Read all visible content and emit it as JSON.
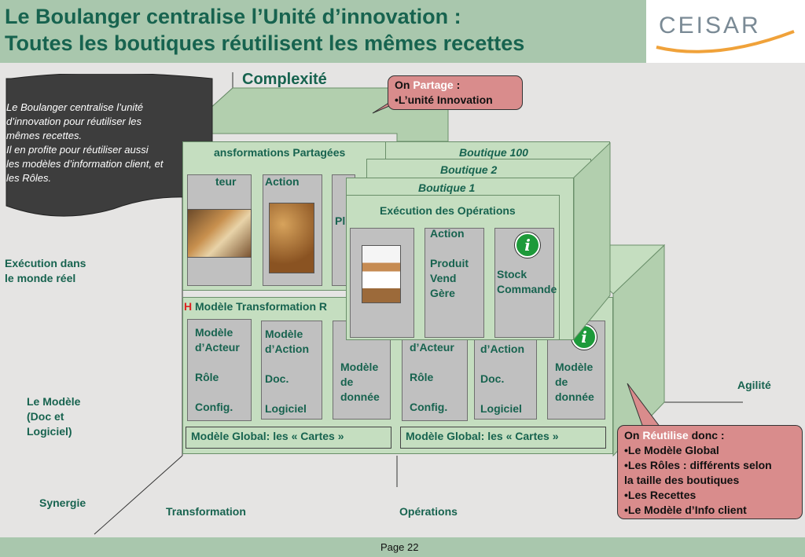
{
  "header": {
    "title_line1": "Le Boulanger centralise l’Unité d’innovation :",
    "title_line2": "Toutes les boutiques réutilisent les mêmes recettes",
    "logo_text": "CEISAR"
  },
  "axes": {
    "complexite": "Complexité",
    "execution_line1": "Exécution dans",
    "execution_line2": "le monde réel",
    "modele_line1": "Le Modèle",
    "modele_line2": "(Doc et",
    "modele_line3": "Logiciel)",
    "synergie": "Synergie",
    "transformation": "Transformation",
    "operations": "Opérations",
    "agilite": "Agilité"
  },
  "banner": {
    "line1": "Le Boulanger centralise l’unité",
    "line2": "d’innovation pour réutiliser les",
    "line3": "mêmes recettes.",
    "line4": "Il en profite pour réutiliser aussi",
    "line5": "les modèles d’information client, et",
    "line6": "les Rôles."
  },
  "callout_top": {
    "on": "On",
    "keyword": "Partage",
    "colon": ":",
    "item": "•L’unité Innovation"
  },
  "callout_bottom": {
    "on": "On",
    "keyword": "Réutilise",
    "donc": "donc :",
    "item1": "•Le Modèle Global",
    "item2": "•Les Rôles : différents selon",
    "item3": "la taille des boutiques",
    "item4": "•Les Recettes",
    "item5": "•Le Modèle d’Info client"
  },
  "transform_panel": {
    "title": "ansformations Partagées",
    "col1": "teur",
    "col2": "Action",
    "col3": "Pl"
  },
  "model_panel": {
    "h": "H",
    "title": "Modèle Transformation R",
    "acteur": [
      "Modèle",
      "d’Acteur",
      "Rôle",
      "Config."
    ],
    "action": [
      "Modèle",
      "d’Action",
      "Doc.",
      "Logiciel"
    ],
    "donnee": [
      "Modèle",
      "de",
      "donnée"
    ],
    "global": "Modèle Global: les  « Cartes »"
  },
  "model_panel_right": {
    "acteur_partial": "d’Acteur",
    "role": "Rôle",
    "config": "Config.",
    "action_partial": "d’Action",
    "doc": "Doc.",
    "logiciel": "Logiciel",
    "donnee": [
      "Modèle",
      "de",
      "donnée"
    ],
    "global": "Modèle Global: les  « Cartes »"
  },
  "boutiques": {
    "b100": "Boutique 100",
    "b2": "Boutique 2",
    "b1": "Boutique 1"
  },
  "execution_panel": {
    "title": "Exécution des Opérations",
    "action": [
      "Action",
      "Produit",
      "Vend",
      "Gère"
    ],
    "stock": [
      "Stock",
      "Commande"
    ]
  },
  "footer": {
    "page": "Page  22"
  },
  "colors": {
    "header_bg": "#a9c7ad",
    "title_text": "#17634f",
    "panel_bg": "#c5dec0",
    "callout_bg": "#d98c8c",
    "banner_bg": "#3a3a3a"
  },
  "icons": [
    "info-icon"
  ]
}
